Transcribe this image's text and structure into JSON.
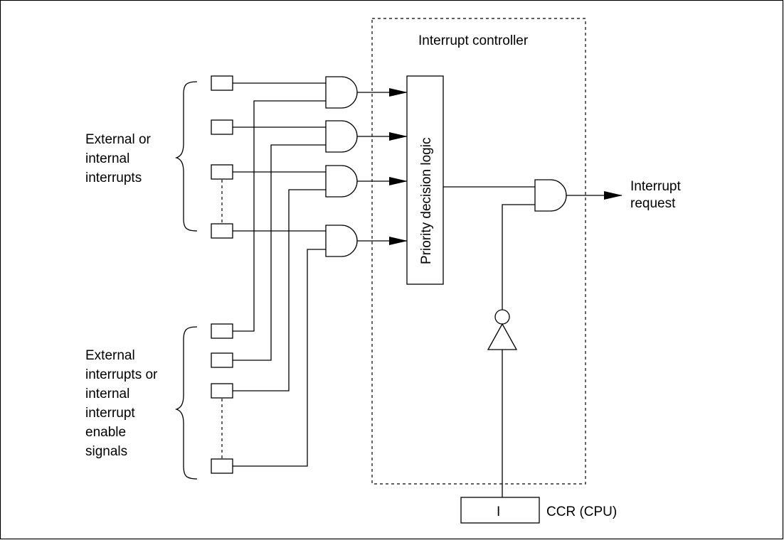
{
  "labels": {
    "interrupt_controller": "Interrupt controller",
    "priority_logic": "Priority decision logic",
    "external_internal_interrupts": [
      "External or",
      "internal",
      "interrupts"
    ],
    "enable_signals": [
      "External",
      "interrupts or",
      "internal",
      "interrupt",
      "enable",
      "signals"
    ],
    "interrupt_request": [
      "Interrupt",
      "request"
    ],
    "ccr_bit": "I",
    "ccr_label": "CCR (CPU)"
  }
}
